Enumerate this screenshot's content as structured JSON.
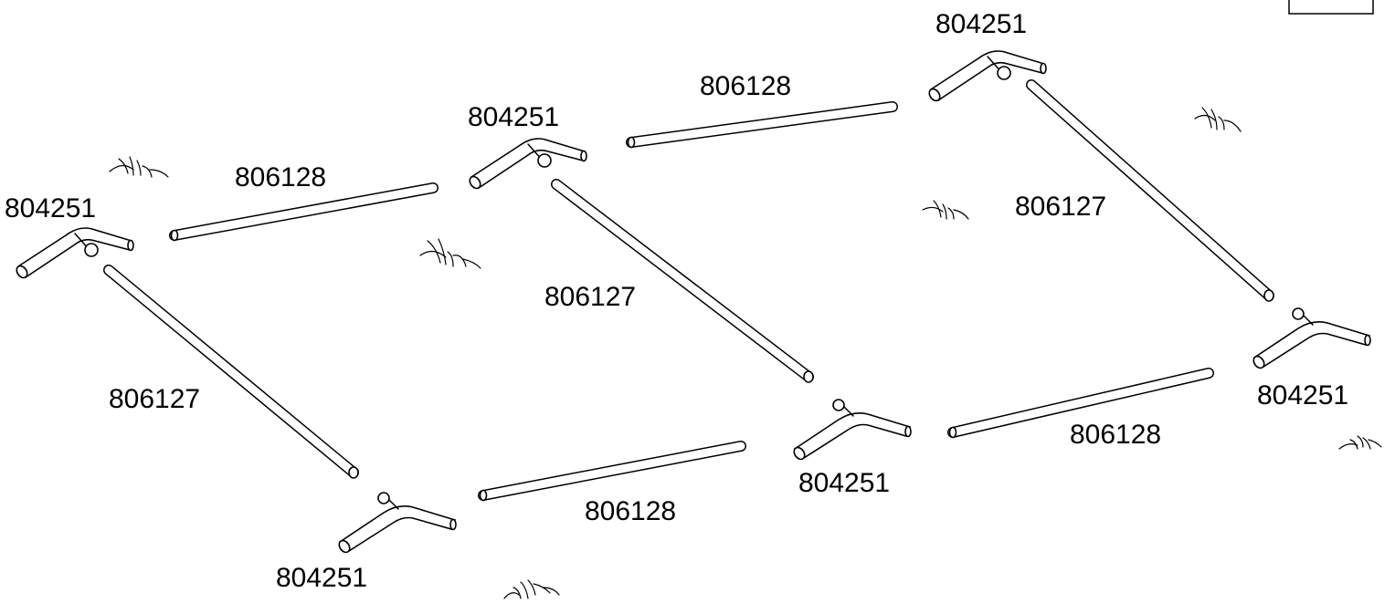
{
  "labels": {
    "c1": "804251",
    "c2": "804251",
    "c3": "804251",
    "c4": "804251",
    "c5": "804251",
    "c6": "804251",
    "s1": "806128",
    "s2": "806128",
    "s3": "806128",
    "s4": "806128",
    "l1": "806127",
    "l2": "806127",
    "l3": "806127"
  },
  "icons": {
    "connector": "corner-connector-icon",
    "tube": "tube-icon",
    "grass": "grass-icon"
  }
}
